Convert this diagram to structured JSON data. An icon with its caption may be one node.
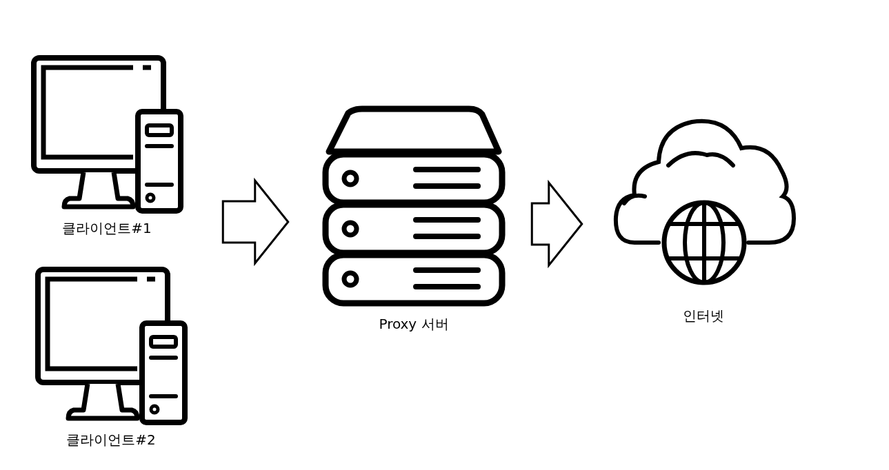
{
  "diagram": {
    "nodes": [
      {
        "text": [
          "클라이언트#1"
        ]
      },
      {
        "text": [
          "클라이언트#2"
        ]
      },
      {
        "text": [
          "Proxy 서버"
        ]
      },
      {
        "text": [
          "인터넷"
        ]
      }
    ],
    "edges": [
      {
        "from": 0,
        "to": 2,
        "arrow": "to"
      },
      {
        "from": 1,
        "to": 2,
        "arrow": "to"
      },
      {
        "from": 2,
        "to": 3,
        "arrow": "to"
      }
    ]
  }
}
